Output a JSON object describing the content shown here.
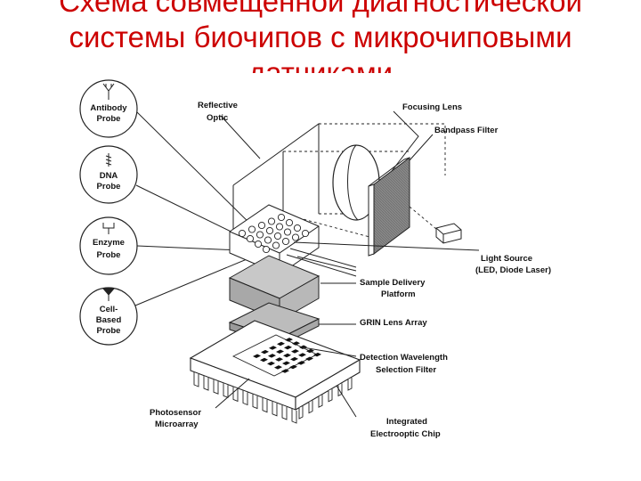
{
  "title": {
    "line1": "Схема совмещенной диагностической",
    "line2": "системы биочипов с микрочиповыми",
    "line3": "датчиками"
  },
  "probes": [
    {
      "line1": "Antibody",
      "line2": "Probe"
    },
    {
      "line1": "DNA",
      "line2": "Probe"
    },
    {
      "line1": "Enzyme",
      "line2": "Probe"
    },
    {
      "line1": "Cell-",
      "line2": "Based",
      "line3": "Probe"
    }
  ],
  "labels": {
    "reflective_optic": {
      "line1": "Reflective",
      "line2": "Optic"
    },
    "focusing_lens": "Focusing Lens",
    "bandpass_filter": "Bandpass Filter",
    "light_source": {
      "line1": "Light Source",
      "line2": "(LED, Diode Laser)"
    },
    "sample_delivery": {
      "line1": "Sample Delivery",
      "line2": "Platform"
    },
    "grin_lens": "GRIN Lens Array",
    "detection_filter": {
      "line1": "Detection Wavelength",
      "line2": "Selection Filter"
    },
    "photosensor": {
      "line1": "Photosensor",
      "line2": "Microarray"
    },
    "chip": {
      "line1": "Integrated",
      "line2": "Electrooptic Chip"
    }
  }
}
